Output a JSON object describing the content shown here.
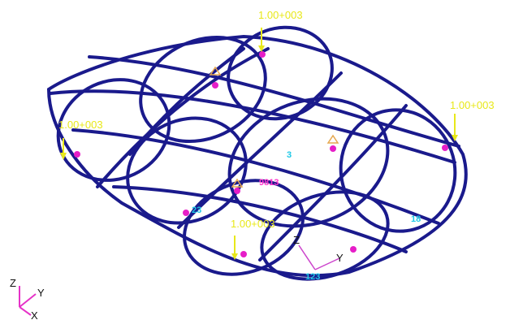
{
  "viewport": {
    "load_labels": [
      "1.00+003",
      "1.00+003",
      "1.00+003",
      "1.00+003"
    ],
    "node_labels": [
      "3",
      "23",
      "18",
      "123"
    ],
    "element_label": "9813",
    "local_axis": {
      "z": "Z",
      "y": "Y"
    },
    "triad": {
      "z": "Z",
      "y": "Y",
      "x": "X"
    },
    "colors": {
      "wireframe": "#1a1a8c",
      "load_label": "#e8e81a",
      "node_marker": "#e61ec8",
      "node_label": "#1ec8e6",
      "triad": "#e632c8",
      "background": "#ffffff"
    }
  }
}
